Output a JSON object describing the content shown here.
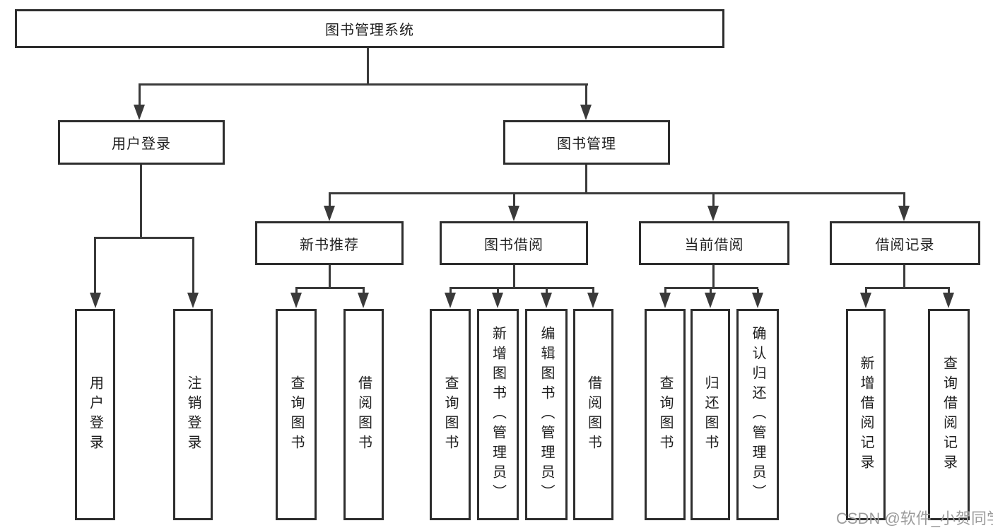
{
  "diagram": {
    "tree": {
      "label": "图书管理系统",
      "children": [
        {
          "label": "用户登录",
          "children": [
            {
              "label": "用户登录"
            },
            {
              "label": "注销登录"
            }
          ]
        },
        {
          "label": "图书管理",
          "children": [
            {
              "label": "新书推荐",
              "children": [
                {
                  "label": "查询图书"
                },
                {
                  "label": "借阅图书"
                }
              ]
            },
            {
              "label": "图书借阅",
              "children": [
                {
                  "label": "查询图书"
                },
                {
                  "label": "新增图书（管理员）"
                },
                {
                  "label": "编辑图书（管理员）"
                },
                {
                  "label": "借阅图书"
                }
              ]
            },
            {
              "label": "当前借阅",
              "children": [
                {
                  "label": "查询图书"
                },
                {
                  "label": "归还图书"
                },
                {
                  "label": "确认归还（管理员）"
                }
              ]
            },
            {
              "label": "借阅记录",
              "children": [
                {
                  "label": "新增借阅记录"
                },
                {
                  "label": "查询借阅记录"
                }
              ]
            }
          ]
        }
      ]
    },
    "colors": {
      "line": "#3a3a3a",
      "box_border": "#2d2d2d",
      "text": "#1f1f1f",
      "watermark": "#9b9b9b"
    }
  },
  "watermark": {
    "text": "CSDN @软件_小贺同学"
  }
}
